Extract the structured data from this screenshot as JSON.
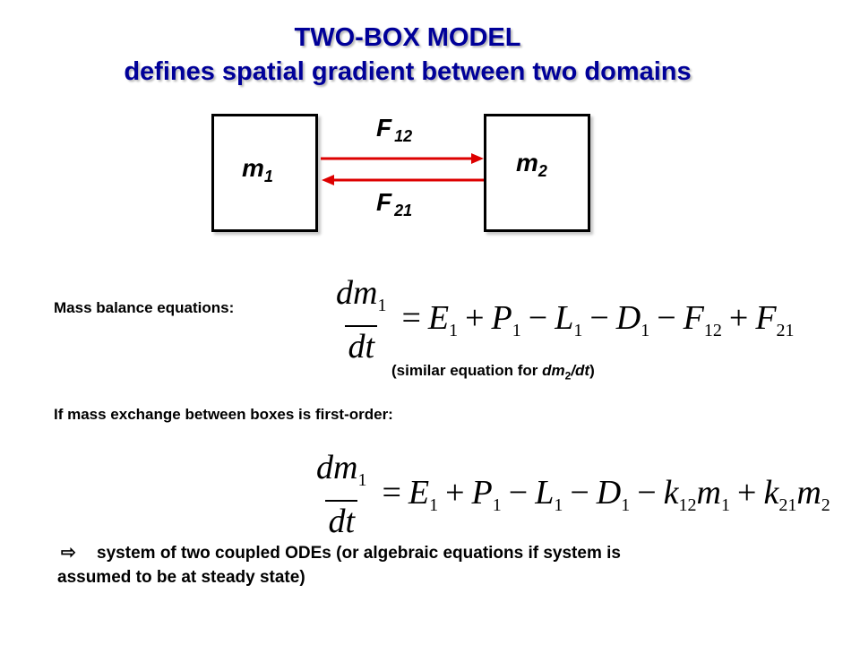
{
  "title": {
    "line1": "TWO-BOX MODEL",
    "line2": "defines spatial gradient between two domains"
  },
  "diagram": {
    "box1": {
      "var": "m",
      "sub": "1"
    },
    "box2": {
      "var": "m",
      "sub": "2"
    },
    "flux_top": {
      "var": "F",
      "sub": "12"
    },
    "flux_bottom": {
      "var": "F",
      "sub": "21"
    },
    "arrow_color": "#dd0000"
  },
  "mass_balance_label": "Mass balance equations:",
  "eq1": {
    "num": "dm",
    "num_sub": "1",
    "den": "dt",
    "rhs": [
      {
        "op": "=",
        "var": "E",
        "sub": "1"
      },
      {
        "op": "+",
        "var": "P",
        "sub": "1"
      },
      {
        "op": "−",
        "var": "L",
        "sub": "1"
      },
      {
        "op": "−",
        "var": "D",
        "sub": "1"
      },
      {
        "op": "−",
        "var": "F",
        "sub": "12"
      },
      {
        "op": "+",
        "var": "F",
        "sub": "21"
      }
    ]
  },
  "similar_note": {
    "prefix": "(similar equation for ",
    "var": "dm",
    "sub": "2",
    "suffix_var": "/dt",
    "close": ")"
  },
  "first_order_label": "If mass exchange between boxes is first-order:",
  "eq2": {
    "num": "dm",
    "num_sub": "1",
    "den": "dt",
    "rhs": [
      {
        "op": "=",
        "var": "E",
        "sub": "1"
      },
      {
        "op": "+",
        "var": "P",
        "sub": "1"
      },
      {
        "op": "−",
        "var": "L",
        "sub": "1"
      },
      {
        "op": "−",
        "var": "D",
        "sub": "1"
      },
      {
        "op": "−",
        "var": "k",
        "sub": "12",
        "var2": "m",
        "sub2": "1"
      },
      {
        "op": "+",
        "var": "k",
        "sub": "21",
        "var2": "m",
        "sub2": "2"
      }
    ]
  },
  "conclusion": {
    "bullet_icon": "⇨",
    "line1": "system of two coupled ODEs (or algebraic equations if system is",
    "line2": "assumed to be at steady state)"
  }
}
